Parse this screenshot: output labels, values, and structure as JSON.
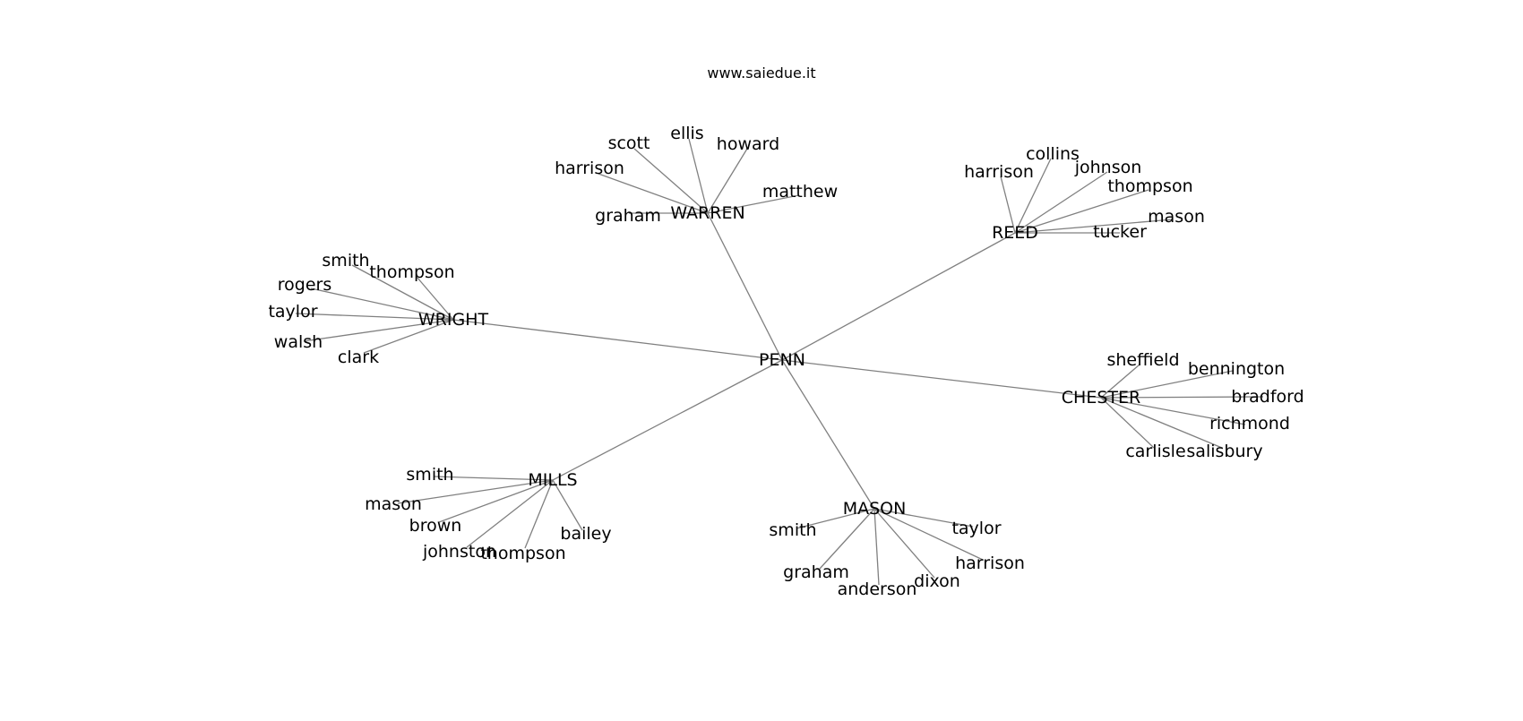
{
  "site": {
    "url": "www.saiedue.it"
  },
  "colors": {
    "edge": "#808080",
    "text": "#000000",
    "background": "#ffffff"
  },
  "graph": {
    "root": "PENN",
    "hubs": [
      {
        "name": "WARREN",
        "leaves": [
          "scott",
          "ellis",
          "howard",
          "harrison",
          "matthew",
          "graham"
        ]
      },
      {
        "name": "REED",
        "leaves": [
          "collins",
          "harrison",
          "johnson",
          "thompson",
          "mason",
          "tucker"
        ]
      },
      {
        "name": "WRIGHT",
        "leaves": [
          "smith",
          "thompson",
          "rogers",
          "taylor",
          "walsh",
          "clark"
        ]
      },
      {
        "name": "CHESTER",
        "leaves": [
          "sheffield",
          "bennington",
          "bradford",
          "richmond",
          "carlisle",
          "salisbury"
        ]
      },
      {
        "name": "MILLS",
        "leaves": [
          "smith",
          "mason",
          "brown",
          "johnston",
          "thompson",
          "bailey"
        ]
      },
      {
        "name": "MASON",
        "leaves": [
          "smith",
          "taylor",
          "harrison",
          "graham",
          "anderson",
          "dixon"
        ]
      }
    ]
  }
}
